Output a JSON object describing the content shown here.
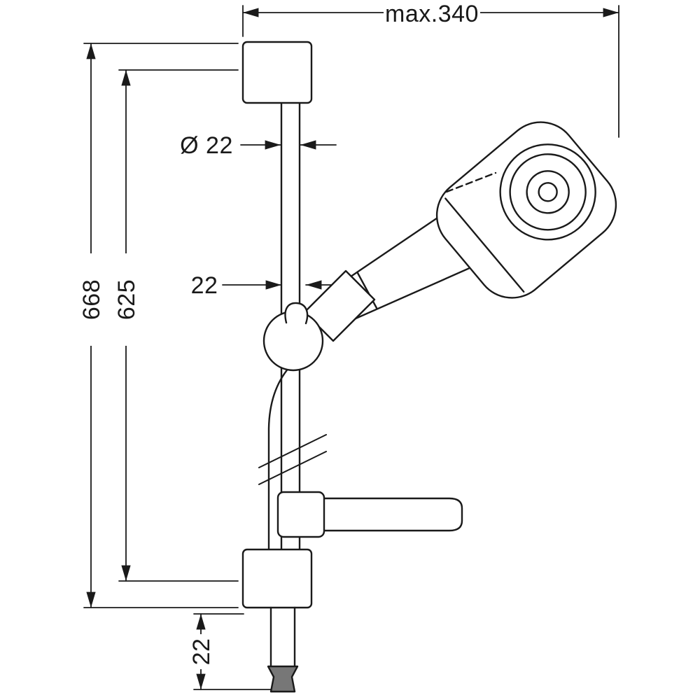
{
  "labels": {
    "max_width": "max.340",
    "diameter": "Ø 22",
    "holder_offset": "22",
    "total_height": "668",
    "rail_height": "625",
    "bottom_clearance": "22"
  },
  "colors": {
    "line": "#1a1a1a",
    "background": "#ffffff",
    "connector_fill": "#777777"
  }
}
